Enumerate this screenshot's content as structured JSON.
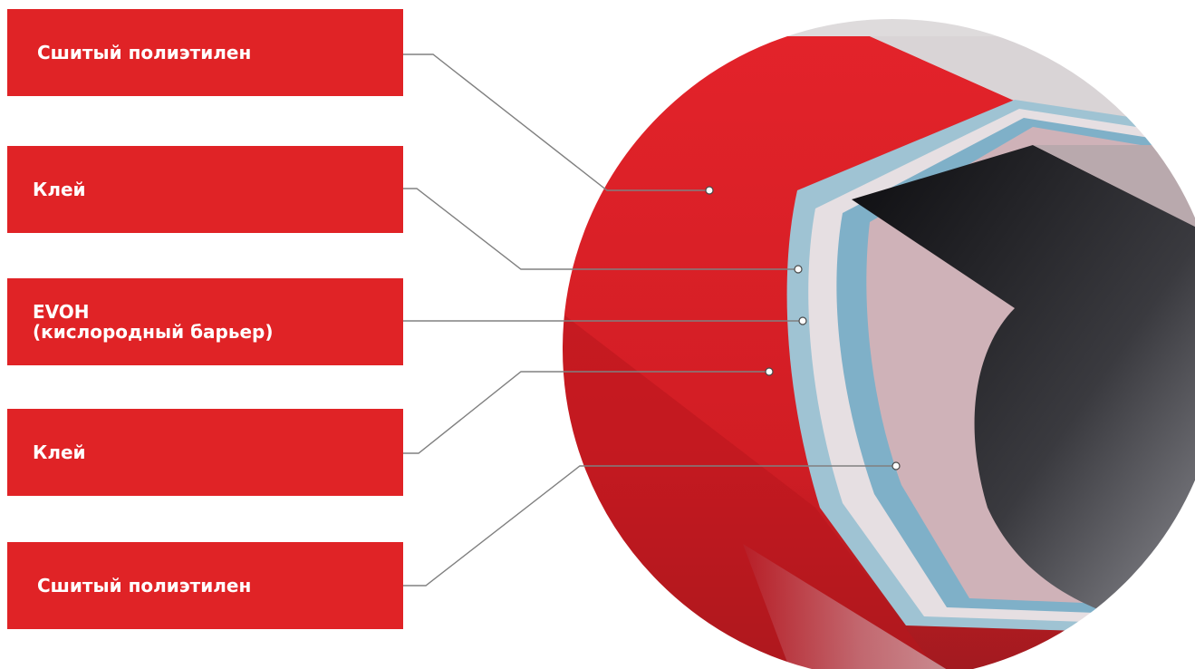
{
  "labels": [
    {
      "text": "Сшитый полиэтилен"
    },
    {
      "text": "Клей"
    },
    {
      "text": "EVOH\n(кислородный барьер)"
    },
    {
      "text": "Клей"
    },
    {
      "text": "Сшитый полиэтилен"
    }
  ],
  "colors": {
    "label_bg": "#e02326",
    "label_text": "#ffffff",
    "pipe_outer": "#d81f26",
    "pipe_inner_pe": "#c9a3aa",
    "adhesive": "#9fb9c8",
    "evoh": "#e3dcdf",
    "bore": "#2a2a2e",
    "leader_line": "#808080"
  }
}
